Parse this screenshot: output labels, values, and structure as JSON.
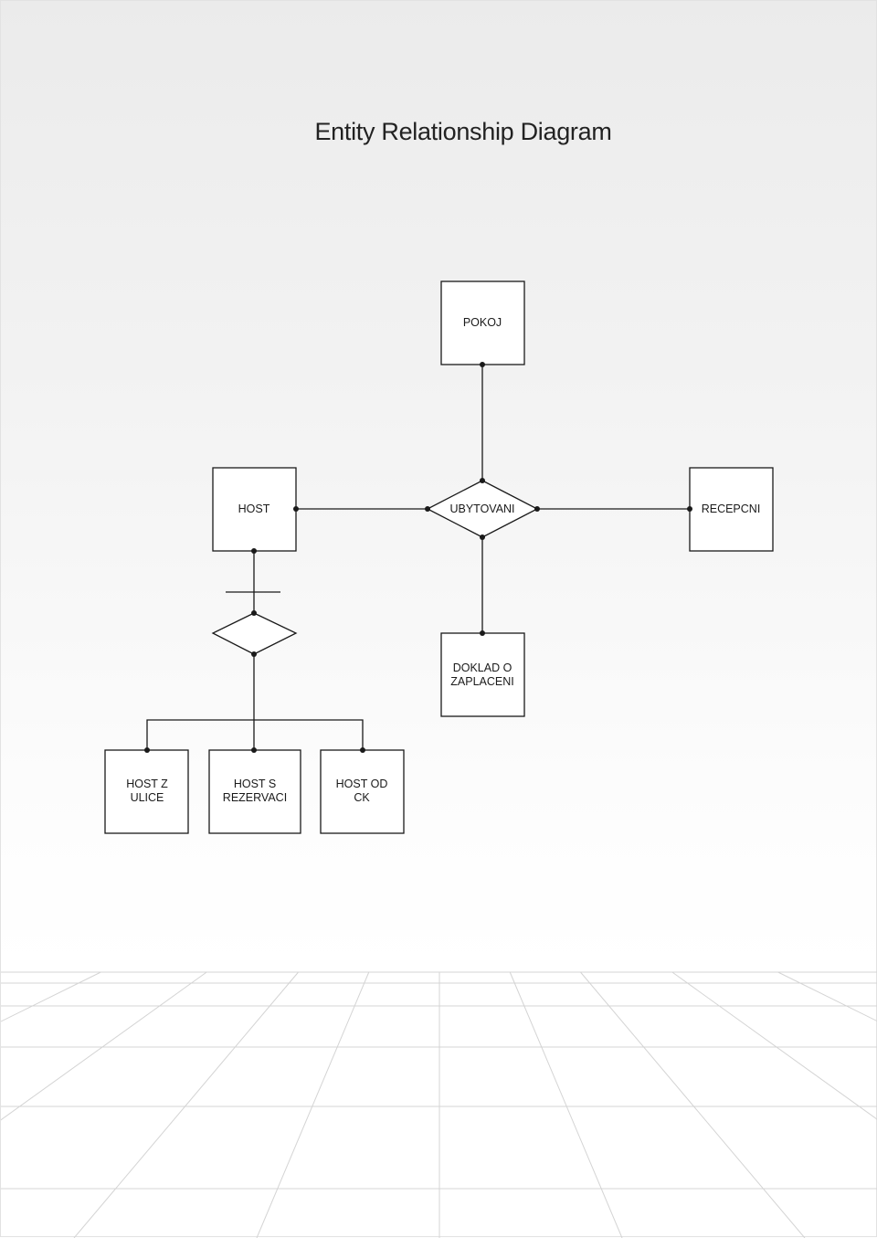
{
  "title": "Entity Relationship Diagram",
  "entities": {
    "pokoj": "POKOJ",
    "host": "HOST",
    "recepcni": "RECEPCNI",
    "doklad": [
      "DOKLAD O",
      "ZAPLACENI"
    ],
    "host_z_ulice": [
      "HOST Z",
      "ULICE"
    ],
    "host_s_rezervaci": [
      "HOST S",
      "REZERVACI"
    ],
    "host_od_ck": [
      "HOST OD",
      "CK"
    ]
  },
  "relationships": {
    "ubytovani": "UBYTOVANI"
  },
  "colors": {
    "line": "#1a1a1a",
    "box_fill": "#ffffff",
    "floor_line": "#d4d4d4"
  }
}
